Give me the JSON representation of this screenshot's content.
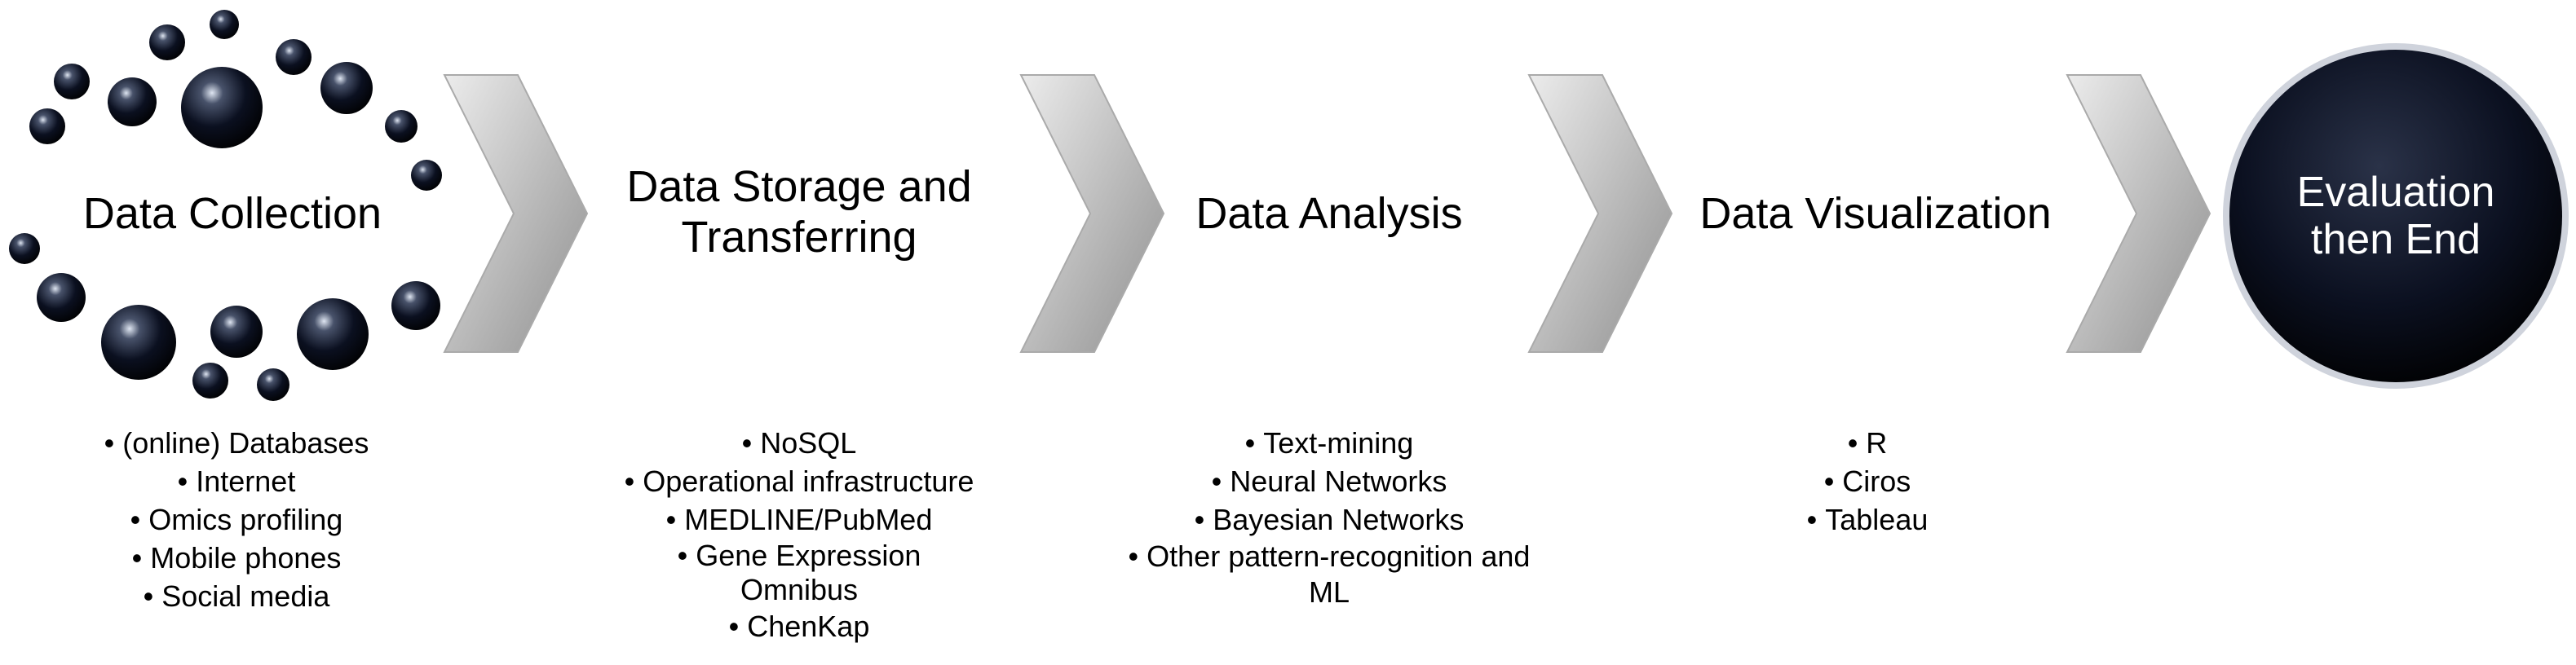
{
  "stages": [
    {
      "title": "Data Collection",
      "items": [
        "(online) Databases",
        "Internet",
        "Omics profiling",
        "Mobile phones",
        "Social media"
      ]
    },
    {
      "title_line1": "Data Storage and",
      "title_line2": "Transferring",
      "items": [
        "NoSQL",
        "Operational infrastructure",
        "MEDLINE/PubMed",
        "Gene Expression Omnibus",
        "ChenKap"
      ]
    },
    {
      "title": "Data Analysis",
      "items": [
        "Text-mining",
        "Neural Networks",
        "Bayesian Networks",
        "Other pattern-recognition and ML"
      ]
    },
    {
      "title": "Data Visualization",
      "items": [
        "R",
        "Ciros",
        "Tableau"
      ]
    },
    {
      "title_line1": "Evaluation",
      "title_line2": "then End"
    }
  ],
  "colors": {
    "chevron_light": "#d9d9d9",
    "chevron_dark": "#9e9e9e",
    "sphere_dark": "#0b1020",
    "sphere_highlight": "#e8edf5"
  },
  "icons": {
    "arrow": "chevron-arrow-icon",
    "sphere": "sphere-bubble-icon"
  }
}
